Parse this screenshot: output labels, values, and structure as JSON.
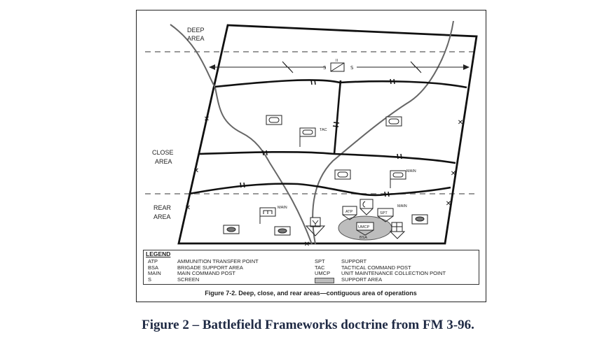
{
  "map": {
    "area_labels": {
      "deep_line1": "DEEP",
      "deep_line2": "AREA",
      "close_line1": "CLOSE",
      "close_line2": "AREA",
      "rear_line1": "REAR",
      "rear_line2": "AREA"
    },
    "screen_marks": [
      "S",
      "S"
    ],
    "unit_tags": {
      "tac": "TAC",
      "main_close": "MAIN",
      "main_rear": "MAIN",
      "main_cp": "MAIN",
      "atp": "ATP",
      "spt": "SPT",
      "umcp": "UMCP",
      "bsa": "BSA"
    }
  },
  "legend": {
    "title": "LEGEND",
    "entries": [
      {
        "abbr": "ATP",
        "text": "AMMUNITION TRANSFER POINT"
      },
      {
        "abbr": "BSA",
        "text": "BRIGADE SUPPORT AREA"
      },
      {
        "abbr": "MAIN",
        "text": "MAIN COMMAND POST"
      },
      {
        "abbr": "S",
        "text": "SCREEN"
      },
      {
        "abbr": "SPT",
        "text": "SUPPORT"
      },
      {
        "abbr": "TAC",
        "text": "TACTICAL COMMAND POST"
      },
      {
        "abbr": "UMCP",
        "text": "UNIT MAINTENANCE COLLECTION POINT"
      },
      {
        "abbr": "",
        "text": "SUPPORT AREA"
      }
    ]
  },
  "figure_caption": "Figure 7-2. Deep, close, and rear areas—contiguous area of operations",
  "page_caption": "Figure 2 – Battlefield Frameworks doctrine from FM 3-96."
}
